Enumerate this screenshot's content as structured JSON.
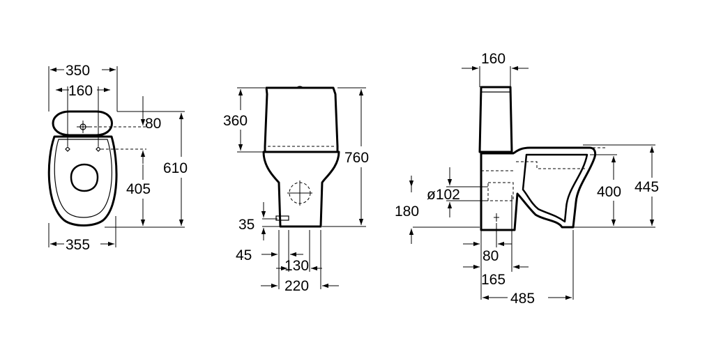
{
  "top_view": {
    "width_top": "350",
    "inlet_spacing": "160",
    "cistern_offset": "80",
    "bowl_depth": "405",
    "total_depth": "610",
    "width_bottom": "355"
  },
  "front_view": {
    "cistern_height": "360",
    "total_height": "760",
    "inlet_height": "35",
    "inlet_offset": "45",
    "fixing_spacing": "130",
    "base_width": "220"
  },
  "side_view": {
    "cistern_width": "160",
    "outlet_diameter": "ø102",
    "outlet_height": "180",
    "seat_height": "400",
    "total_height": "445",
    "fixing_offset": "80",
    "outlet_offset": "165",
    "total_length": "485"
  }
}
